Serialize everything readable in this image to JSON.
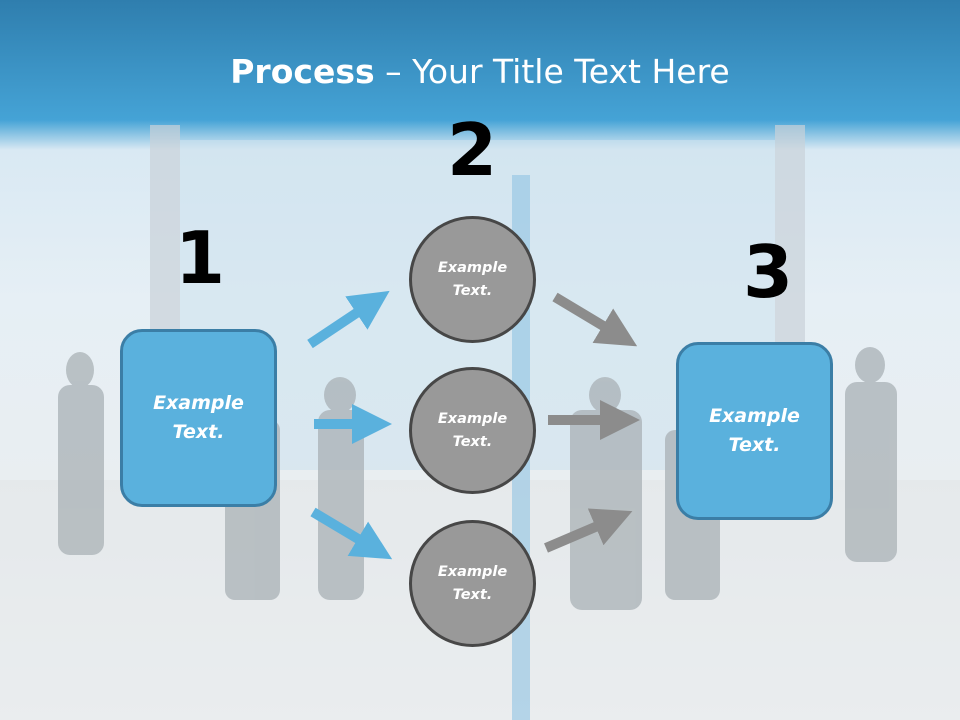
{
  "slide": {
    "title_bold": "Process",
    "title_rest": " – Your Title Text Here",
    "steps": [
      {
        "number": "1",
        "text_line1": "Example",
        "text_line2": "Text."
      },
      {
        "number": "2",
        "circles": [
          {
            "text_line1": "Example",
            "text_line2": "Text."
          },
          {
            "text_line1": "Example",
            "text_line2": "Text."
          },
          {
            "text_line1": "Example",
            "text_line2": "Text."
          }
        ]
      },
      {
        "number": "3",
        "text_line1": "Example",
        "text_line2": "Text."
      }
    ]
  },
  "colors": {
    "accent_blue": "#5ab1dd",
    "circle_gray": "#999999",
    "arrow_gray": "#8c8c8c"
  }
}
